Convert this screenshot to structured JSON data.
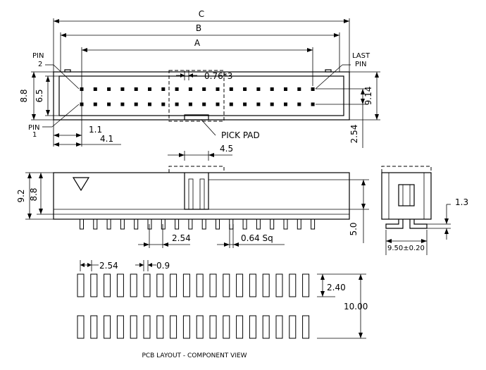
{
  "top_view": {
    "dim_c": "C",
    "dim_b": "B",
    "dim_a": "A",
    "pitch_label": "0.76*3",
    "pin2_label_line1": "PIN",
    "pin2_label_line2": "2",
    "pin1_label_line1": "PIN",
    "pin1_label_line2": "1",
    "last_pin_label_line1": "LAST",
    "last_pin_label_line2": "PIN",
    "height_outer": "8.8",
    "height_inner": "6.5",
    "right_height": "9.14",
    "offset_pin": "1.1",
    "offset_body": "4.1",
    "pick_pad_label": "PICK  PAD",
    "right_offset": "2.54"
  },
  "side_view": {
    "pickpad_width": "4.5",
    "height_outer": "9.2",
    "height_inner": "8.8",
    "pitch": "2.54",
    "pin_size": "0.64  Sq",
    "right_height": "5.0"
  },
  "end_view": {
    "lead_dim": "1.3",
    "width": "9.50±0.20"
  },
  "pcb_layout": {
    "pitch": "2.54",
    "pad_width": "0.9",
    "pad_length": "2.40",
    "row_span": "10.00",
    "caption": "PCB LAYOUT - COMPONENT VIEW"
  }
}
